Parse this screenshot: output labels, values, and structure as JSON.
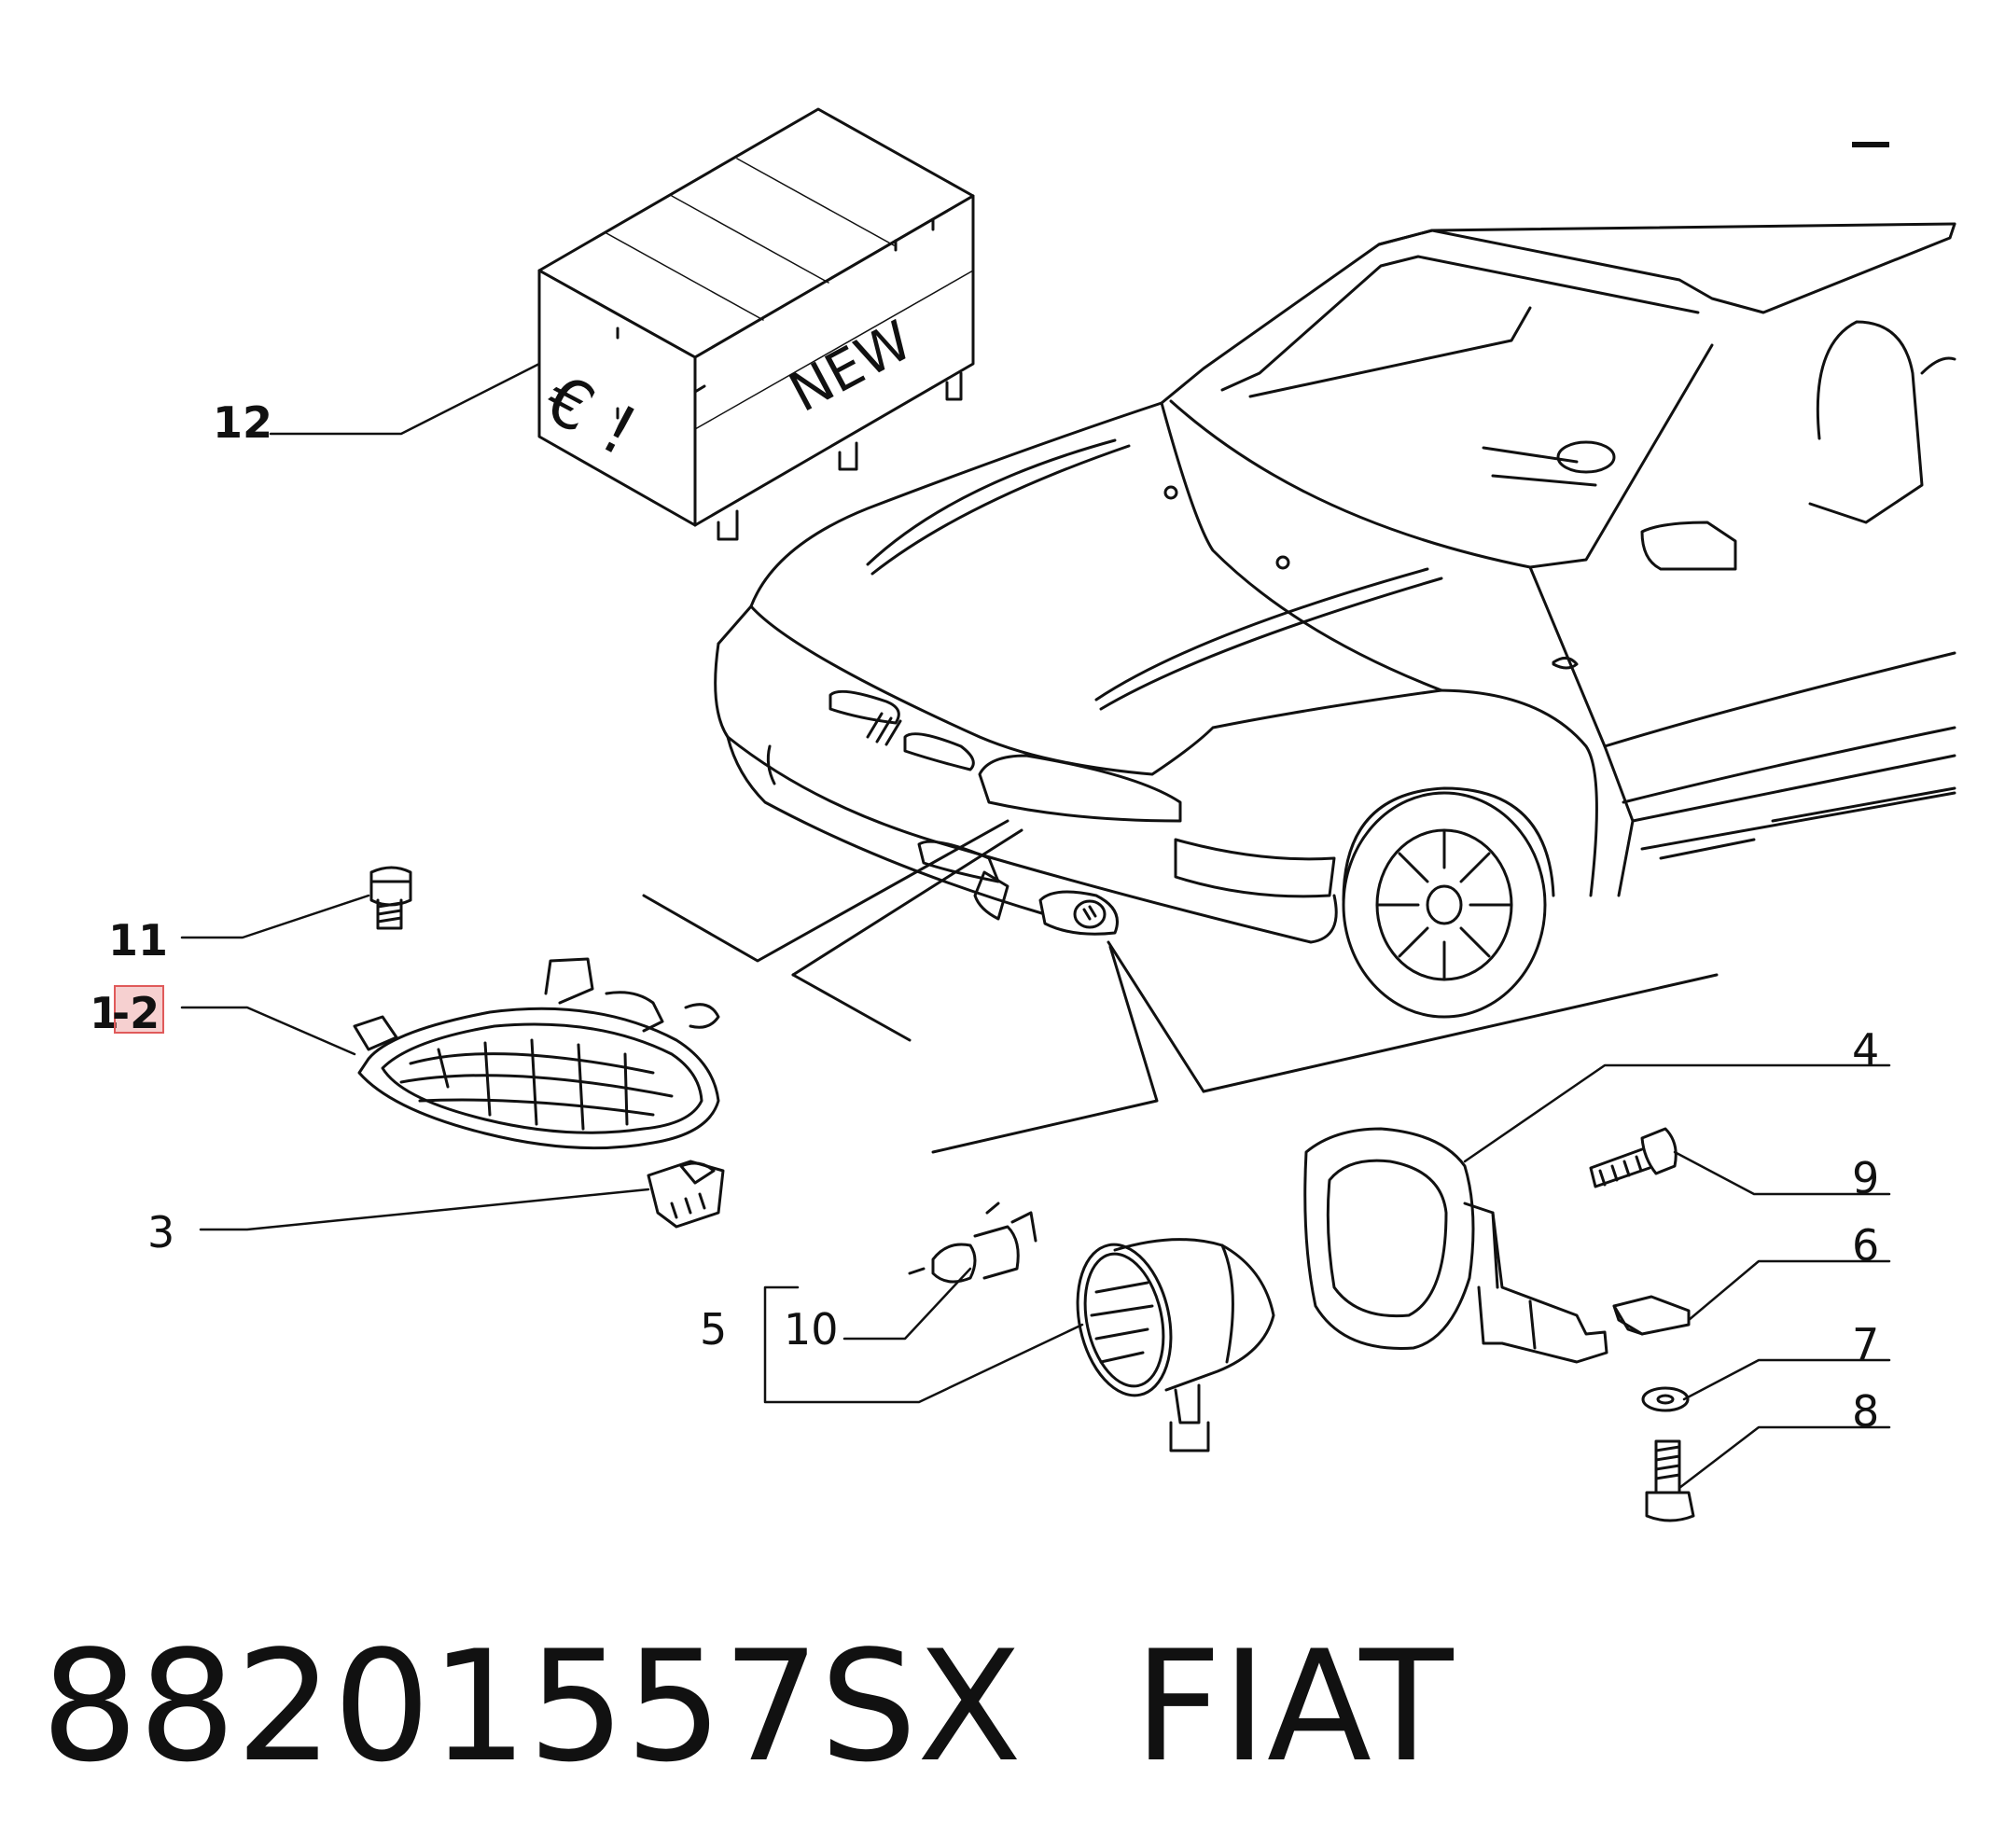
{
  "box": {
    "text_currency": "€ !",
    "text_new": "NEW"
  },
  "callouts": {
    "c12": "12",
    "c11": "11",
    "c1": "1",
    "c2": "-2",
    "c3": "3",
    "c4": "4",
    "c5": "5",
    "c10": "10",
    "c9": "9",
    "c6": "6",
    "c7": "7",
    "c8": "8"
  },
  "footer": {
    "part_number": "88201557SX",
    "brand": "FIAT"
  },
  "colors": {
    "line": "#111111",
    "highlight": "#e05a5a"
  }
}
